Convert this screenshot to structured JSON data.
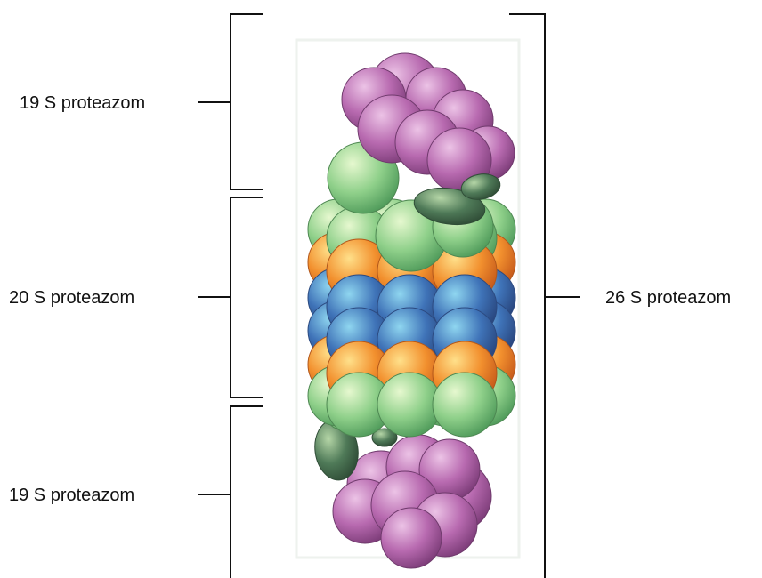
{
  "labels": {
    "top_19s": "19 S proteazom",
    "middle_20s": "20 S proteazom",
    "bottom_19s": "19 S proteazom",
    "whole_26s": "26 S proteazom"
  },
  "colors": {
    "cap_sphere": "#b86ab0",
    "cap_ellipse": "#4f7a58",
    "ring_green": "#8fd08a",
    "ring_orange": "#f2902e",
    "ring_blue": "#3f73b8"
  },
  "structure": {
    "core_rings_top_to_bottom": [
      "green",
      "orange",
      "blue",
      "blue",
      "orange",
      "green"
    ]
  }
}
